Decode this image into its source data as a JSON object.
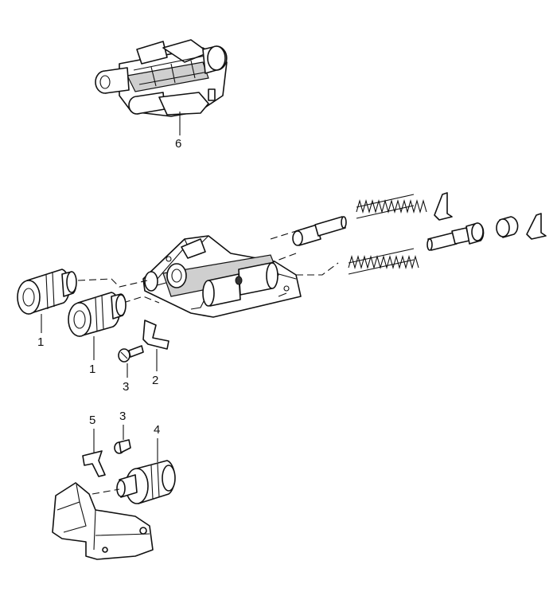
{
  "callouts": {
    "c1a": "1",
    "c1b": "1",
    "c2": "2",
    "c3a": "3",
    "c3b": "3",
    "c4": "4",
    "c5": "5",
    "c6": "6"
  }
}
